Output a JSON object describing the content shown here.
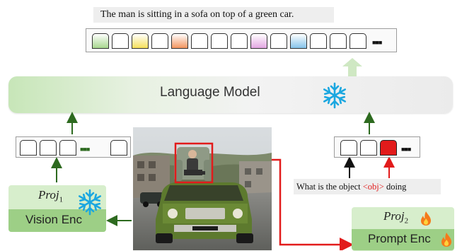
{
  "caption": "The man is sitting in a sofa on top of a green car.",
  "output_tokens": {
    "count": 14,
    "ellipsis": "■■■",
    "highlight_colors": [
      "#7dbb62",
      "#f2d21a",
      "#ee7a3c",
      "#d88ad6",
      "#58a8e0"
    ]
  },
  "language_model": {
    "label": "Language Model",
    "status_icon": "snowflake-icon (frozen)"
  },
  "vision_tokens": {
    "ellipsis": "■■■"
  },
  "prompt_tokens": {
    "ellipsis": "■■■",
    "object_token_color": "#e21b1b"
  },
  "vision_branch": {
    "proj_symbol": "Proj",
    "proj_subscript": "1",
    "encoder_label": "Vision Enc",
    "status_icon": "snowflake-icon (frozen)"
  },
  "prompt_branch": {
    "proj_symbol": "Proj",
    "proj_subscript": "2",
    "encoder_label": "Prompt Enc",
    "status_icon": "flame-icon (trainable)"
  },
  "question": {
    "prefix": "What is the object ",
    "object_token": "<obj>",
    "suffix": " doing"
  },
  "colors": {
    "arrow_green": "#2d6a1f",
    "highlight_red": "#e21b1b",
    "upflow_arrow": "#cfe8c3",
    "lm_green": "#c7e6b8",
    "enc_dark_green": "#9dcf86",
    "enc_light_green": "#d7eecc",
    "snowflake_blue": "#1ba7e0"
  }
}
